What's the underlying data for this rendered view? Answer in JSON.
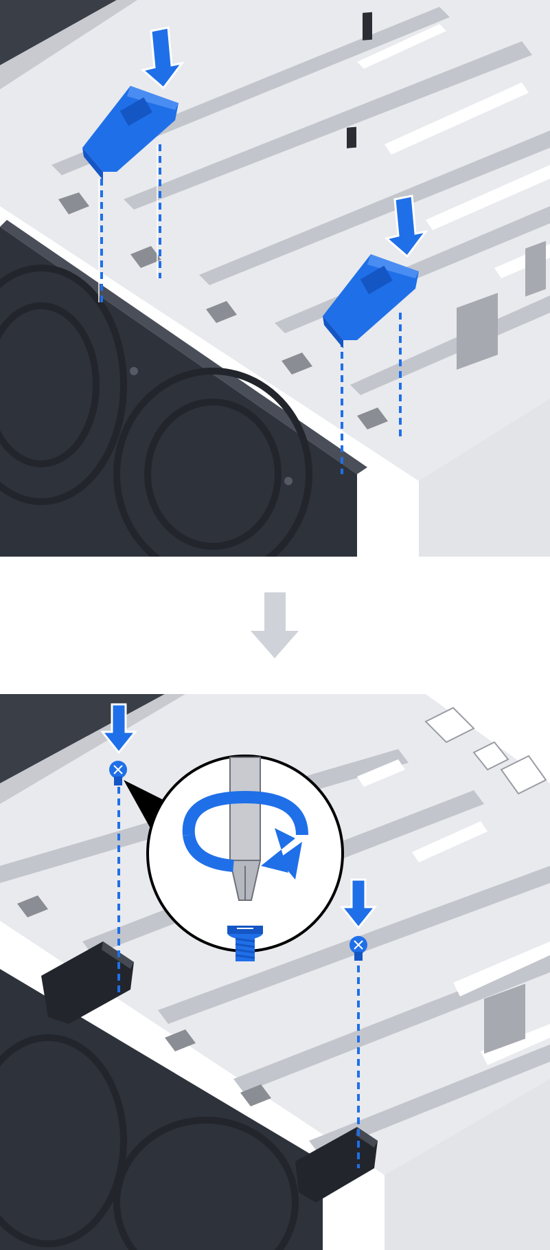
{
  "figure": {
    "steps": [
      {
        "step": "insert-fan-brackets",
        "parts": [
          "fan-bracket",
          "fan-bracket"
        ],
        "motion": "press-down"
      },
      {
        "step": "fasten-screws",
        "parts": [
          "screw",
          "screw"
        ],
        "motion": "screw-down",
        "tool": "screwdriver-icon",
        "detail": "rotate-clockwise-icon"
      }
    ],
    "transition_icon": "arrow-down-icon",
    "colors": {
      "accent_blue": "#1f6fe8",
      "chassis_light": "#e9eaee",
      "chassis_mid": "#d5d7dd",
      "chassis_dark": "#9a9ca3",
      "fan_dark": "#2e323b",
      "fan_darker": "#22252c",
      "arrow_gray": "#cfd2d8",
      "slot_dark": "#6e7078"
    }
  }
}
